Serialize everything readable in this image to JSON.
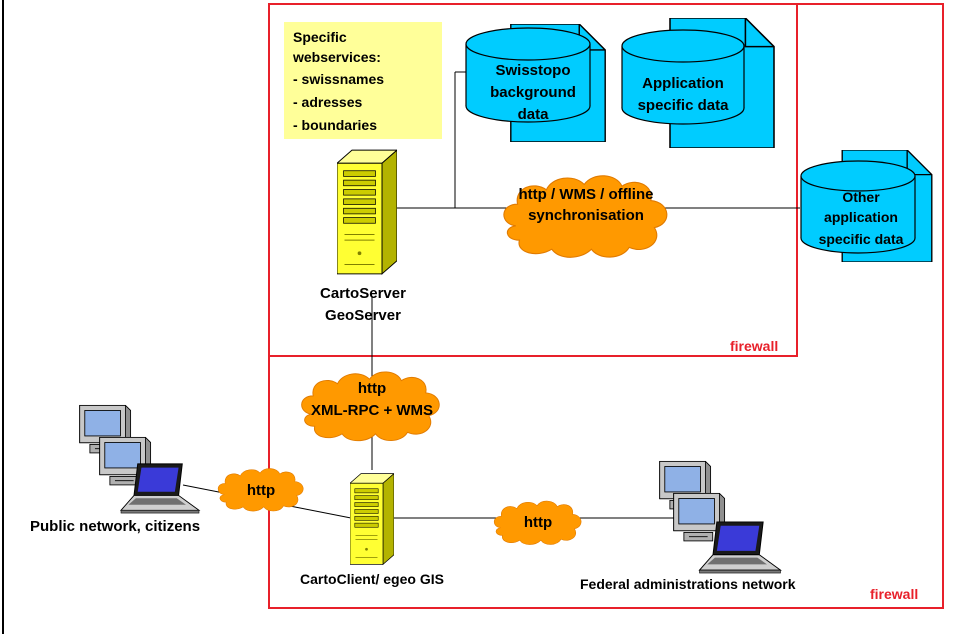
{
  "colors": {
    "firewall": "#e8202a",
    "cloud": "#ff9900",
    "database": "#00ccff",
    "note": "#ffff99",
    "server": "#ffff33",
    "border": "#000000"
  },
  "webservices_note": {
    "line1": "Specific",
    "line2": "webservices:",
    "line3": "- swissnames",
    "line4": "- adresses",
    "line5": "- boundaries"
  },
  "databases": {
    "swisstopo": {
      "line1": "Swisstopo",
      "line2": "background",
      "line3": "data"
    },
    "application": {
      "line1": "Application",
      "line2": "specific data"
    },
    "other": {
      "line1": "Other",
      "line2": "application",
      "line3": "specific data"
    }
  },
  "clouds": {
    "sync": {
      "line1": "http / WMS / offline",
      "line2": "synchronisation"
    },
    "xmlrpc": {
      "line1": "http",
      "line2": "XML-RPC + WMS"
    },
    "public": {
      "line1": "http"
    },
    "federal": {
      "line1": "http"
    }
  },
  "servers": {
    "carto_server": {
      "line1": "CartoServer",
      "line2": "GeoServer"
    },
    "carto_client": {
      "label": "CartoClient/ egeo GIS"
    }
  },
  "networks": {
    "public": "Public network, citizens",
    "federal": "Federal administrations network"
  },
  "firewall_labels": {
    "inner": "firewall",
    "outer": "firewall"
  },
  "icons": [
    "server-icon",
    "database-icon",
    "cloud-icon",
    "desktop-computer-icon",
    "laptop-icon"
  ]
}
